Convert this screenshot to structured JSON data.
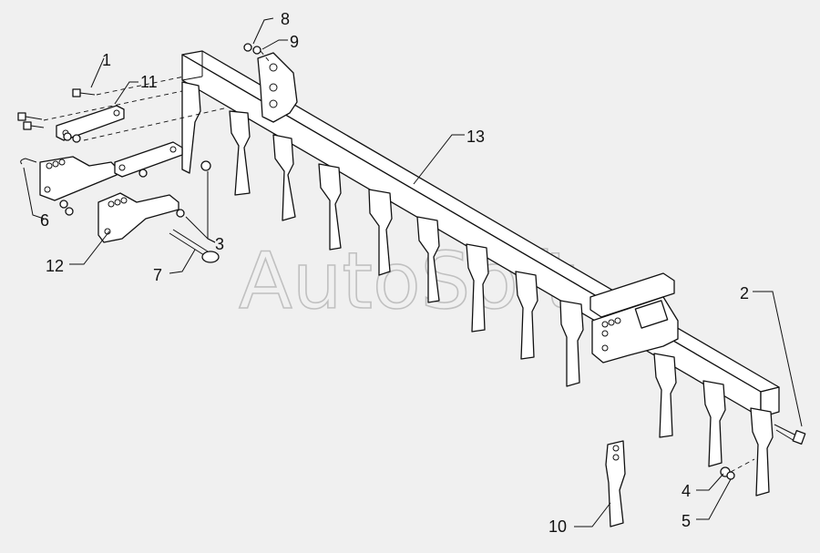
{
  "watermark": "AutoSoft",
  "callouts": [
    {
      "id": "c1",
      "label": "1"
    },
    {
      "id": "c2",
      "label": "2"
    },
    {
      "id": "c3",
      "label": "3"
    },
    {
      "id": "c4",
      "label": "4"
    },
    {
      "id": "c5",
      "label": "5"
    },
    {
      "id": "c6",
      "label": "6"
    },
    {
      "id": "c7",
      "label": "7"
    },
    {
      "id": "c8",
      "label": "8"
    },
    {
      "id": "c9",
      "label": "9"
    },
    {
      "id": "c10",
      "label": "10"
    },
    {
      "id": "c11",
      "label": "11"
    },
    {
      "id": "c12",
      "label": "12"
    },
    {
      "id": "c13",
      "label": "13"
    }
  ]
}
